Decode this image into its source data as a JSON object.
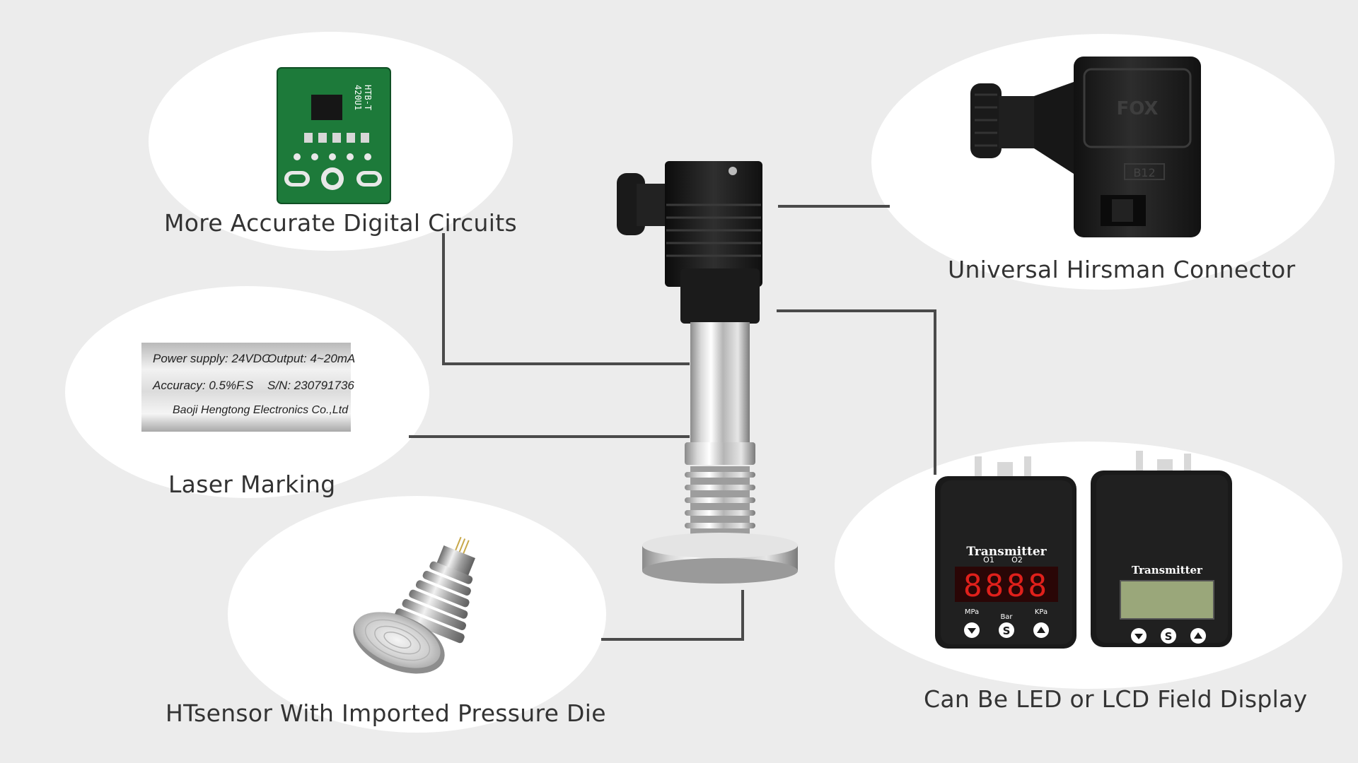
{
  "colors": {
    "background": "#ececec",
    "callout": "#ffffff",
    "leader_line": "#4a4a4a",
    "caption_text": "#333333",
    "pcb_green": "#1d7a3a",
    "connector_black": "#1c1c1c",
    "steel": "#c9c9c9",
    "led_red": "#e0201b",
    "lcd_green": "#9aa77a"
  },
  "features": {
    "circuits": {
      "caption": "More Accurate Digital Circuits",
      "pcb_text": [
        "HTB-T",
        "420U1"
      ]
    },
    "marking": {
      "caption": "Laser Marking",
      "label_line1_left": "Power supply: 24VDC",
      "label_line1_right": "Output: 4~20mA",
      "label_line2_left": "Accuracy: 0.5%F.S",
      "label_line2_right": "S/N: 230791736",
      "label_line3": "Baoji Hengtong Electronics Co.,Ltd"
    },
    "sensor": {
      "caption": "HTsensor With Imported Pressure Die"
    },
    "connector": {
      "caption": "Universal Hirsman Connector",
      "brand_mark": "FOX",
      "code": "B12"
    },
    "display": {
      "caption": "Can Be LED or LCD Field Display",
      "led_title": "Transmitter",
      "led_o1": "O1",
      "led_o2": "O2",
      "led_digits": "8888",
      "unit_mpa": "MPa",
      "unit_bar": "Bar",
      "unit_kpa": "KPa",
      "lcd_title": "Transmitter",
      "button_s": "S"
    }
  }
}
